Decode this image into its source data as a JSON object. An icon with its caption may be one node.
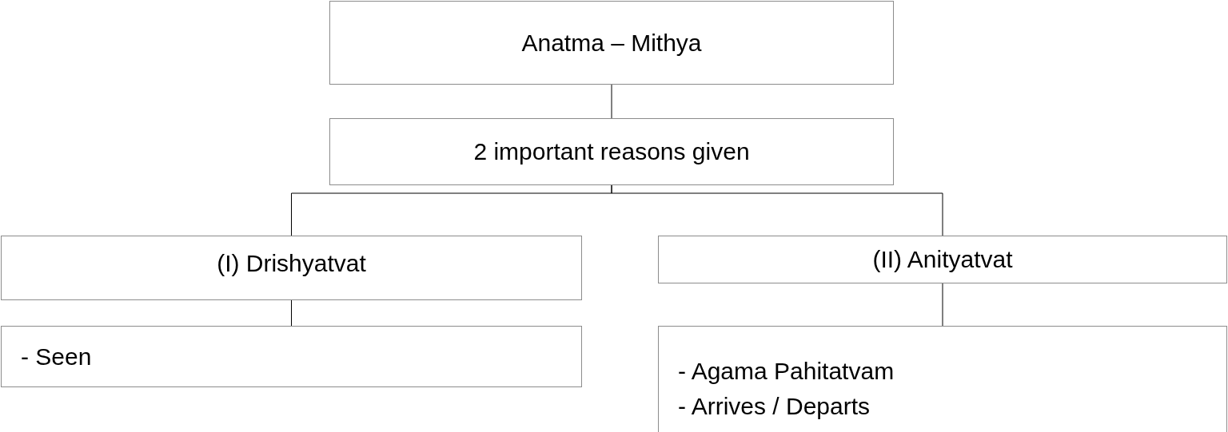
{
  "diagram": {
    "nodes": [
      {
        "text": [
          "Anatma – Mithya"
        ]
      },
      {
        "text": [
          "2 important reasons given"
        ]
      },
      {
        "text": [
          "(I) Drishyatvat"
        ]
      },
      {
        "text": [
          "(II) Anityatvat"
        ]
      },
      {
        "text": [
          "- Seen"
        ]
      },
      {
        "text": [
          "- Agama Pahitatvam",
          "- Arrives / Departs"
        ]
      }
    ],
    "edges": [
      {
        "from": 0,
        "to": 1,
        "arrow": "none"
      },
      {
        "from": 1,
        "to": 2,
        "arrow": "none"
      },
      {
        "from": 1,
        "to": 3,
        "arrow": "none"
      },
      {
        "from": 2,
        "to": 4,
        "arrow": "none"
      },
      {
        "from": 3,
        "to": 5,
        "arrow": "none"
      }
    ]
  }
}
